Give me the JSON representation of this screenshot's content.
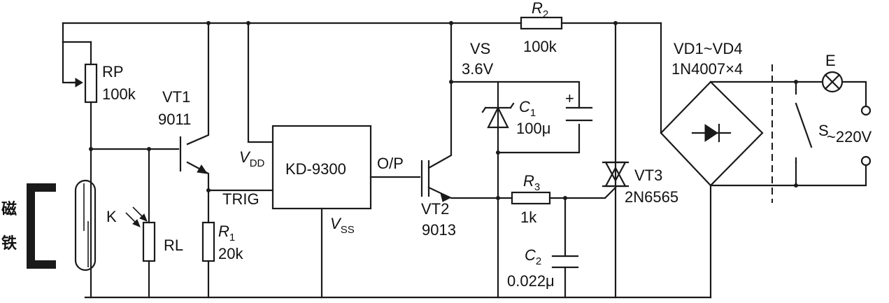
{
  "labels": {
    "rp_name": "RP",
    "rp_value": "100k",
    "vt1_name": "VT1",
    "vt1_value": "9011",
    "k": "K",
    "rl": "RL",
    "r1_letter": "R",
    "r1_sub": "1",
    "r1_value": "20k",
    "vdd_letter": "V",
    "vdd_sub": "DD",
    "trig": "TRIG",
    "ic": "KD-9300",
    "vss_letter": "V",
    "vss_sub": "SS",
    "op": "O/P",
    "vt2_name": "VT2",
    "vt2_value": "9013",
    "vs_name": "VS",
    "vs_value": "3.6V",
    "r2_letter": "R",
    "r2_sub": "2",
    "r2_value": "100k",
    "c1_letter": "C",
    "c1_sub": "1",
    "c1_plus": "+",
    "c1_value": "100μ",
    "r3_letter": "R",
    "r3_sub": "3",
    "r3_value": "1k",
    "c2_letter": "C",
    "c2_sub": "2",
    "c2_value": "0.022μ",
    "vt3_name": "VT3",
    "vt3_value": "2N6565",
    "bridge_name": "VD1~VD4",
    "bridge_value": "1N4007×4",
    "lamp": "E",
    "switch": "S",
    "mains": "~220V",
    "magnet_char1": "磁",
    "magnet_char2": "铁"
  },
  "colors": {
    "ink": "#1a1a1a",
    "background": "#ffffff"
  }
}
